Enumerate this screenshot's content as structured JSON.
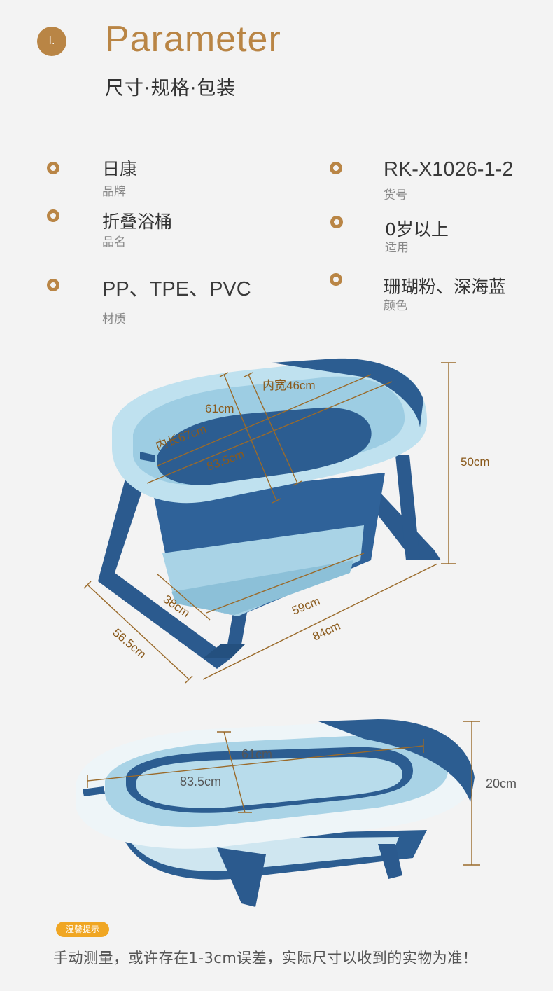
{
  "header": {
    "badge": "I.",
    "title": "Parameter",
    "subtitle": "尺寸·规格·包装"
  },
  "specs": [
    {
      "value": "日康",
      "label": "品牌"
    },
    {
      "value": "RK-X1026-1-2",
      "label": "货号"
    },
    {
      "value": "折叠浴桶",
      "label": "品名"
    },
    {
      "value": "0岁以上",
      "label": "适用"
    },
    {
      "value": "PP、TPE、PVC",
      "label": "材质"
    },
    {
      "value": "珊瑚粉、深海蓝",
      "label": "颜色"
    }
  ],
  "diagram_top": {
    "inner_width": "内宽46cm",
    "width_61": "61cm",
    "inner_length": "内长67cm",
    "length_835": "83.5cm",
    "height": "50cm",
    "depth_38": "38cm",
    "base_59": "59cm",
    "base_84": "84cm",
    "side_565": "56.5cm"
  },
  "diagram_bottom": {
    "width_61": "61cm",
    "length_835": "83.5cm",
    "height": "20cm"
  },
  "tip": {
    "badge": "温馨提示",
    "text": "手动测量，或许存在1-3cm误差，实际尺寸以收到的实物为准！"
  },
  "colors": {
    "accent": "#b98545",
    "tub_light": "#a9d6ea",
    "tub_dark": "#2c5d91",
    "frame": "#2b5a8e",
    "tip_badge": "#f0a623"
  }
}
